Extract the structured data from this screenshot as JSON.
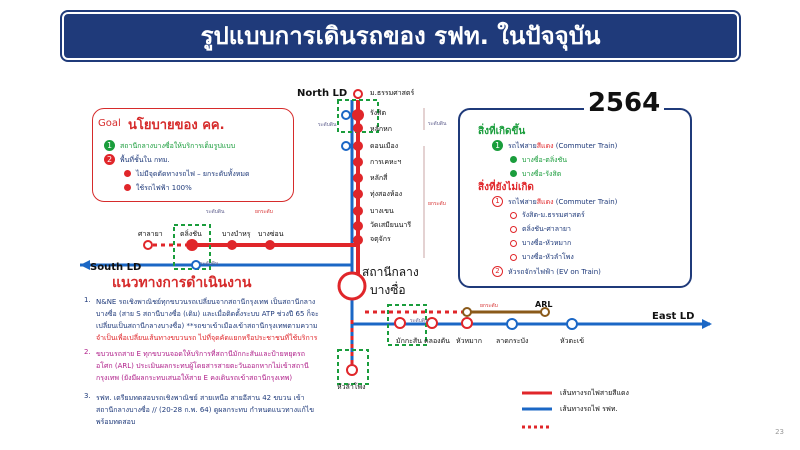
{
  "header": {
    "title": "รูปแบบการเดินรถของ รฟท. ในปัจจุบัน"
  },
  "year": "2564",
  "goal": {
    "tag": "Goal",
    "title": "นโยบายของ คค.",
    "items": [
      {
        "num": "1",
        "text": "สถานีกลางบางซื่อให้บริการเต็มรูปแบบ"
      },
      {
        "num": "2",
        "text": "พื้นที่ชั้นใน กทม."
      }
    ],
    "bullets": [
      "ไม่มีจุดตัดทางรถไฟ – ยกระดับทั้งหมด",
      "ใช้รถไฟฟ้า 100%"
    ]
  },
  "status": {
    "happened_title": "สิ่งที่เกิดขึ้น",
    "happened_item": {
      "num": "1",
      "prefix": "รถไฟสาย",
      "highlight": "สีแดง",
      "suffix": " (Commuter Train)"
    },
    "happened_sub": [
      "บางซื่อ-ตลิ่งชัน",
      "บางซื่อ-รังสิต"
    ],
    "not_title": "สิ่งที่ยังไม่เกิด",
    "not_item": {
      "num": "1",
      "prefix": "รถไฟสาย",
      "highlight": "สีแดง",
      "suffix": " (Commuter Train)"
    },
    "not_sub": [
      "รังสิต-ม.ธรรมศาสตร์",
      "ตลิ่งชัน-ศาลายา",
      "บางซื่อ-หัวหมาก",
      "บางซื่อ-หัวลำโพง"
    ],
    "not_item2": {
      "num": "2",
      "text": "หัวรถจักรไฟฟ้า (EV on Train)"
    }
  },
  "operations": {
    "title": "แนวทางการดำเนินงาน",
    "p1_num": "1.",
    "p1_lines": [
      "N&NE  รถเชิงพาณิชย์ทุกขบวนรถเปลี่ยนจากสถานีกรุงเทพ เป็นสถานีกลาง",
      "บางซื่อ (สาย S สถานีบางซื่อ (เดิม) และเมื่อติดตั้งระบบ ATP ช่วงปี 65 ก็จะ",
      "เปลี่ยนเป็นสถานีกลางบางซื่อ) **รถขาเข้าเมืองเข้าสถานีกรุงเทพตามความ",
      "จำเป็นเพื่อเปลี่ยนเส้นทางขบวนรถ ไปที่จุดคัดแยกหรือประชาชนที่ใช้บริการ"
    ],
    "p2_num": "2.",
    "p2_lines": [
      "ขบวนรถสาย E ทุกขบวนจอดให้บริการที่สถานีมักกะสันและป้ายหยุดรถ",
      "อโศก (ARL) ประเมินผลกระทบผู้โดยสารสายตะวันออกหากไม่เข้าสถานี",
      "กรุงเทพ (ยังมีผลกระทบเสนอให้สาย E คงเดินรถเข้าสถานีกรุงเทพ)"
    ],
    "p3_num": "3.",
    "p3_lines": [
      "รฟท. เตรียมทดสอบรถเชิงพาณิชย์ สายเหนือ สายอีสาน 42 ขบวน เข้า",
      "สถานีกลางบางซื่อ // (20-28 ก.พ. 64) ดูผลกระทบ กำหนดแนวทางแก้ไข",
      "พร้อมทดสอบ"
    ]
  },
  "map": {
    "north_ld": "North LD",
    "south_ld": "South LD",
    "east_ld": "East LD",
    "arl": "ARL",
    "center_station": "สถานีกลาง\nบางซื่อ",
    "center_line1": "สถานีกลาง",
    "center_line2": "บางซื่อ",
    "north_stations": [
      "ม.ธรรมศาสตร์",
      "รังสิต",
      "หลักหก",
      "ดอนเมือง",
      "การเคหะฯ",
      "หลักสี่",
      "ทุ่งสองห้อง",
      "บางเขน",
      "วัดเสมียนนารี",
      "จตุจักร"
    ],
    "west_stations": [
      "ศาลายา",
      "ตลิ่งชัน",
      "บางบำหรุ",
      "บางซ่อน"
    ],
    "east_stations": [
      "มักกะสัน",
      "คลองตัน",
      "หัวหมาก",
      "ลาดกระบัง",
      "หัวตะเข้"
    ],
    "south_station": "หัวลำโพง",
    "label_ground": "ระดับดิน",
    "label_elevated": "ยกระดับ",
    "label_ground_n": "ระดับดิน",
    "label_ground_n2": "ระดับดิน",
    "label_elev_n": "ยกระดับ",
    "label_ground_w": "ระดับดิน",
    "label_elev_w": "ยกระดับ",
    "label_ground_w2": "ระดับดิน",
    "label_ground_e": "ระดับดิน",
    "label_elev_e": "ยกระดับ"
  },
  "legend": {
    "red": "เส้นทางรถไฟสายสีแดง",
    "blue": "เส้นทางรถไฟ รฟท."
  },
  "page_number": "23",
  "colors": {
    "red": "#e0262a",
    "blue": "#1b67c5",
    "green": "#1a9d3c",
    "navy": "#1f3a7a",
    "brown": "#8a5a1a"
  }
}
